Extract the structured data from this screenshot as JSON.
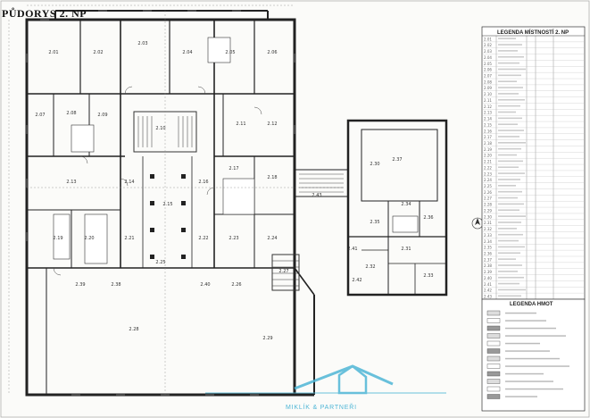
{
  "document": {
    "title": "PŮDORYS 2. NP",
    "legend_rooms_title": "LEGENDA MÍSTNOSTÍ 2. NP",
    "legend_materials_title": "LEGENDA HMOT",
    "watermark": "MIKLÍK & PARTNEŘI"
  },
  "rooms": {
    "r201": "2.01",
    "r202": "2.02",
    "r203": "2.03",
    "r204": "2.04",
    "r205": "2.05",
    "r206": "2.06",
    "r207": "2.07",
    "r208": "2.08",
    "r209": "2.09",
    "r210": "2.10",
    "r211": "2.11",
    "r212": "2.12",
    "r213": "2.13",
    "r214": "2.14",
    "r215": "2.15",
    "r216": "2.16",
    "r217": "2.17",
    "r218": "2.18",
    "r219": "2.19",
    "r220": "2.20",
    "r221": "2.21",
    "r222": "2.22",
    "r223": "2.23",
    "r224": "2.24",
    "r225": "2.25",
    "r226": "2.26",
    "r227": "2.27",
    "r228": "2.28",
    "r229": "2.29",
    "r230": "2.30",
    "r231": "2.31",
    "r232": "2.32",
    "r233": "2.33",
    "r234": "2.34",
    "r235": "2.35",
    "r236": "2.36",
    "r237": "2.37",
    "r238": "2.38",
    "r239": "2.39",
    "r240": "2.40",
    "r241": "2.41",
    "r242": "2.42",
    "r243": "2.43"
  }
}
